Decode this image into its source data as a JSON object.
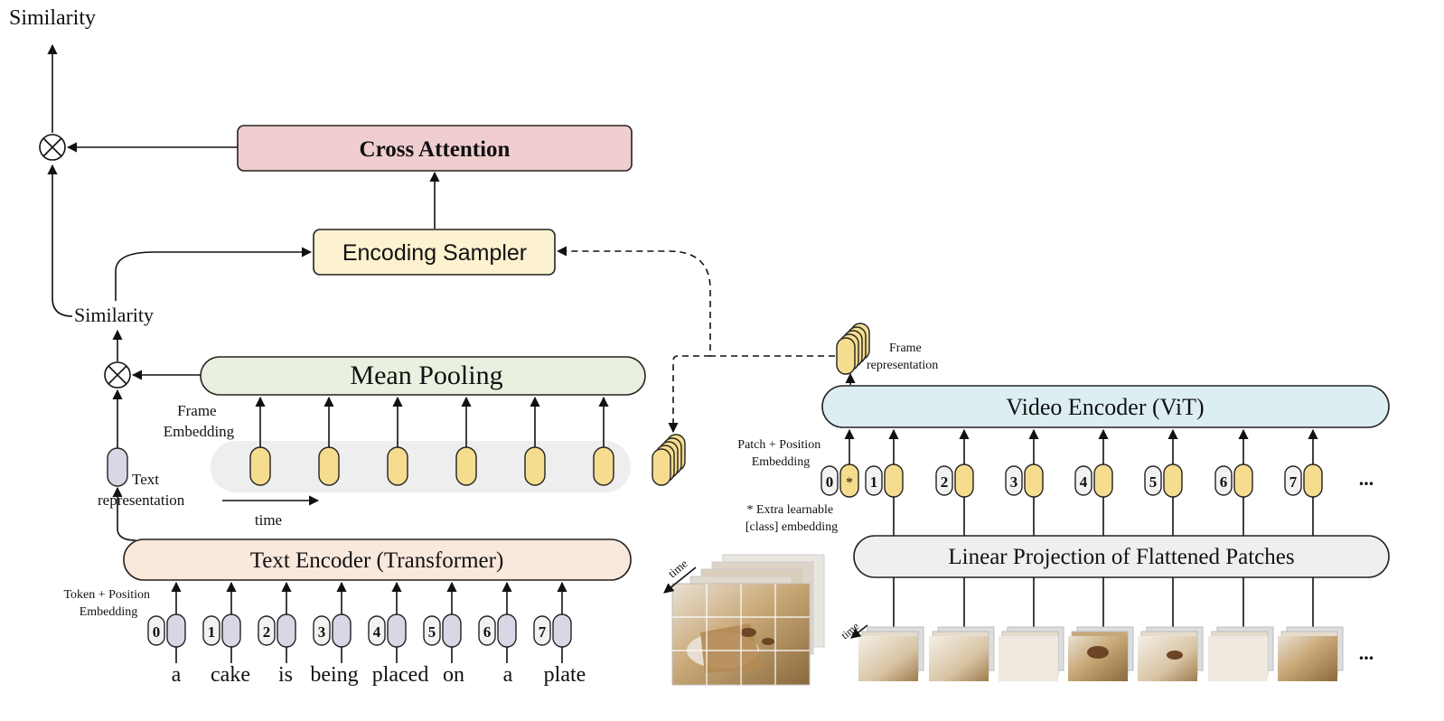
{
  "top_similarity": "Similarity",
  "cross_attention": "Cross Attention",
  "encoding_sampler": "Encoding Sampler",
  "mid_similarity": "Similarity",
  "mean_pooling": "Mean Pooling",
  "frame_embedding": [
    "Frame",
    "Embedding"
  ],
  "text_representation": [
    "Text",
    "representation"
  ],
  "time_label": "time",
  "text_encoder": "Text Encoder (Transformer)",
  "token_pos_embedding": [
    "Token + Position",
    "Embedding"
  ],
  "token_indices": [
    "0",
    "1",
    "2",
    "3",
    "4",
    "5",
    "6",
    "7"
  ],
  "words": [
    "a",
    "cake",
    "is",
    "being",
    "placed",
    "on",
    "a",
    "plate"
  ],
  "frame_representation": [
    "Frame",
    "representation"
  ],
  "video_encoder": "Video Encoder (ViT)",
  "patch_pos_embedding": [
    "Patch + Position",
    "Embedding"
  ],
  "patch_indices": [
    "0",
    "1",
    "2",
    "3",
    "4",
    "5",
    "6",
    "7"
  ],
  "class_token_mark": "*",
  "extra_note": [
    "* Extra learnable",
    "[class] embedding"
  ],
  "ellipsis": "...",
  "linear_projection": "Linear Projection of Flattened Patches",
  "time_label_rotated": "time",
  "colors": {
    "cross_attention": "#f0cdcf",
    "encoding_sampler": "#fdf2cf",
    "mean_pooling": "#e9f0df",
    "text_encoder": "#f9e8dc",
    "video_encoder": "#ddeef3",
    "linear_projection": "#efefef",
    "frame_band": "#eeeeee",
    "frame_pill": "#f6dc8e",
    "text_pill": "#d9d6e6"
  }
}
